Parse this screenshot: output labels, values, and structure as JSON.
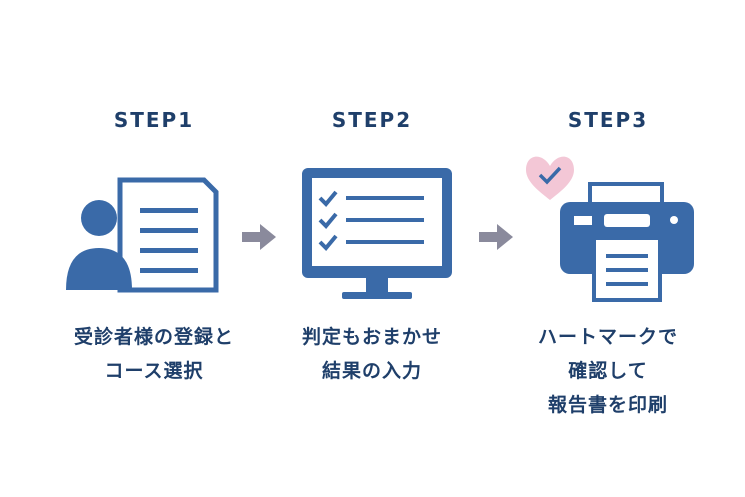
{
  "steps": [
    {
      "title": "STEP1",
      "lines": [
        "受診者様の登録と",
        "コース選択"
      ],
      "icon": "user-document-icon"
    },
    {
      "title": "STEP2",
      "lines": [
        "判定もおまかせ",
        "結果の入力"
      ],
      "icon": "checklist-monitor-icon"
    },
    {
      "title": "STEP3",
      "lines": [
        "ハートマークで",
        "確認して",
        "報告書を印刷"
      ],
      "icon": "printer-heart-icon"
    }
  ],
  "colors": {
    "primary": "#3a6aa8",
    "text": "#1f3f6a",
    "arrow": "#8a8a9c",
    "heart": "#f3c7d6"
  }
}
